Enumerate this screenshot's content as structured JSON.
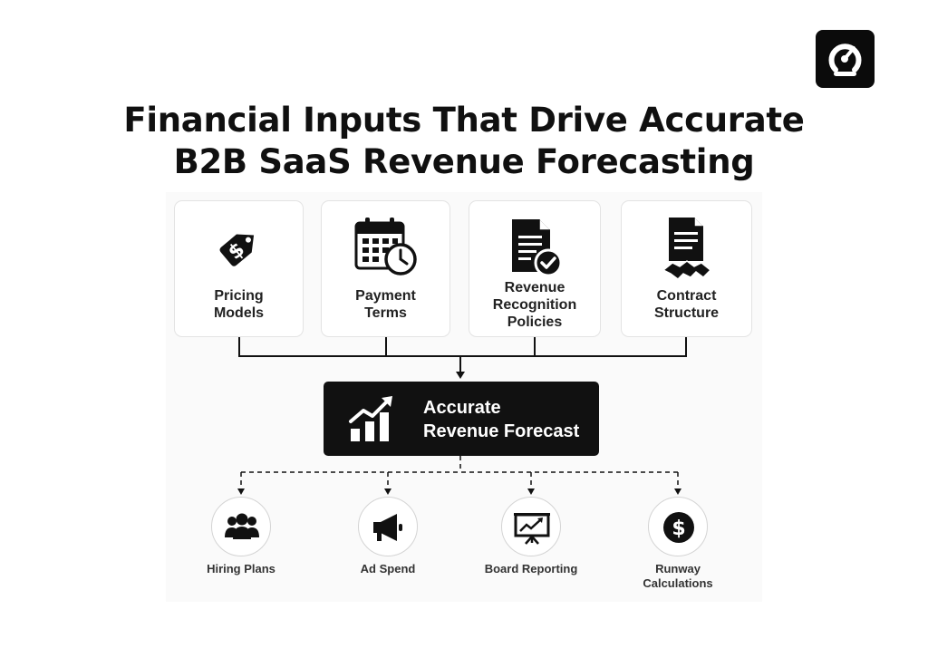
{
  "title": {
    "line1": "Financial Inputs That Drive Accurate",
    "line2": "B2B SaaS Revenue Forecasting"
  },
  "logo_icon": "brand-g-gauge-icon",
  "inputs": [
    {
      "line1": "Pricing",
      "line2": "Models",
      "icon": "price-tag-dollar-icon"
    },
    {
      "line1": "Payment",
      "line2": "Terms",
      "icon": "calendar-clock-icon"
    },
    {
      "line1": "Revenue",
      "line2": "Recognition",
      "line3": "Policies",
      "icon": "document-check-icon"
    },
    {
      "line1": "Contract",
      "line2": "Structure",
      "icon": "contract-handshake-icon"
    }
  ],
  "forecast": {
    "line1": "Accurate",
    "line2": "Revenue Forecast",
    "icon": "growth-chart-icon"
  },
  "outputs": [
    {
      "line1": "Hiring Plans",
      "icon": "people-icon"
    },
    {
      "line1": "Ad Spend",
      "icon": "megaphone-icon"
    },
    {
      "line1": "Board Reporting",
      "icon": "presentation-board-icon"
    },
    {
      "line1": "Runway",
      "line2": "Calculations",
      "icon": "dollar-coin-icon"
    }
  ],
  "colors": {
    "dark": "#111111",
    "card_border": "#e3e3e3",
    "background": "#ffffff"
  }
}
